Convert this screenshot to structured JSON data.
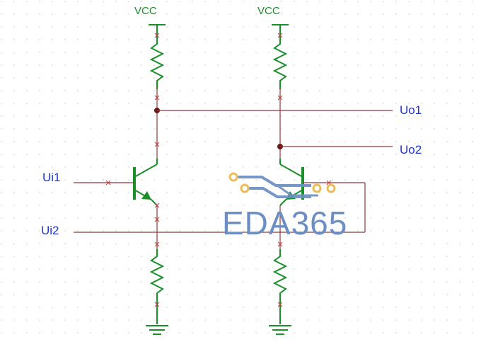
{
  "labels": {
    "vcc_left": "VCC",
    "vcc_right": "VCC",
    "uo1": "Uo1",
    "uo2": "Uo2",
    "ui1": "Ui1",
    "ui2": "Ui2"
  },
  "watermark": {
    "text": "EDA365"
  },
  "colors": {
    "wire": "#8b3a3a",
    "component": "#1a8f2a",
    "label_text": "#2233cc",
    "watermark_blue": "#6b8fc4",
    "watermark_gold": "#e8b84a"
  }
}
